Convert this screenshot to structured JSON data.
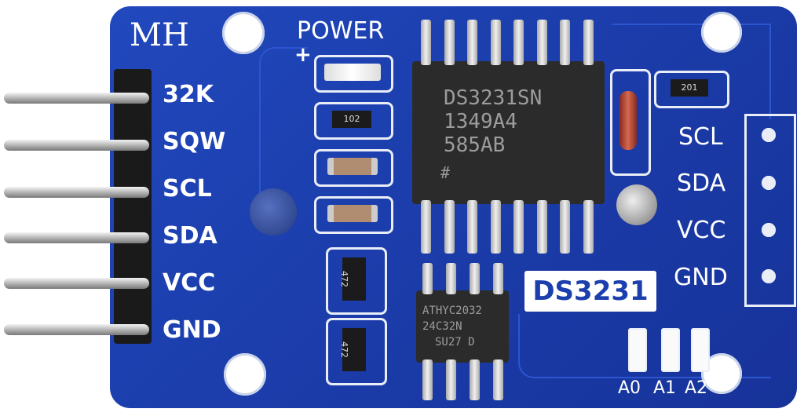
{
  "board": {
    "brand": "MH",
    "power_label": "POWER",
    "plus_label": "+",
    "left_pins": [
      "32K",
      "SQW",
      "SCL",
      "SDA",
      "VCC",
      "GND"
    ],
    "right_pins": [
      "SCL",
      "SDA",
      "VCC",
      "GND"
    ],
    "module_label": "DS3231",
    "rtc_chip": {
      "line1": "DS3231SN",
      "line2": "1349A4",
      "line3": "585AB",
      "mark": "#"
    },
    "eeprom_chip": {
      "line1": "ATHYC2032",
      "line2": "24C32N",
      "line3": "SU27 D"
    },
    "resistors": {
      "r1": "102",
      "r2": "201",
      "r3": "472",
      "r4": "472"
    },
    "address_pads": [
      "A0",
      "A1",
      "A2"
    ],
    "colors": {
      "pcb": "#1c3fae",
      "silkscreen": "#ffffff",
      "chip": "#2b2b2b"
    }
  }
}
